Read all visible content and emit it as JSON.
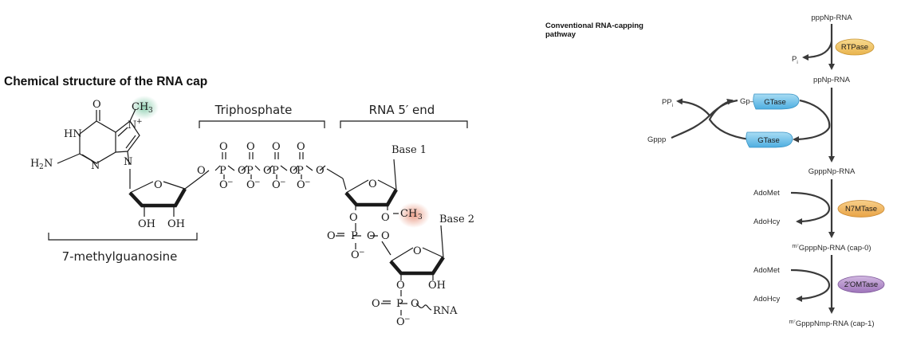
{
  "left_panel": {
    "title": "Chemical structure of the RNA cap",
    "labels": {
      "triphosphate": "Triphosphate",
      "rna_5_end": "RNA 5′ end",
      "methylguanosine": "7-methylguanosine",
      "base1": "Base 1",
      "base2": "Base 2",
      "rna": "RNA"
    },
    "highlight_colors": {
      "n7_methyl": "#7fc9a6",
      "two_prime_o_methyl": "#e8937c"
    }
  },
  "right_panel": {
    "title_line1": "Conventional RNA-capping",
    "title_line2": "pathway",
    "intermediates": {
      "pppNp": "pppNp-RNA",
      "ppNp": "ppNp-RNA",
      "GpppNp": "GpppNp-RNA",
      "cap0": "GpppNp-RNA  (cap-0)",
      "cap1": "GpppNmp-RNA  (cap-1)"
    },
    "superscript_m7": "m⁷",
    "side_products": {
      "pi": "P",
      "pi_sub": "i",
      "ppi": "PP",
      "ppi_sub": "i",
      "gppp": "Gppp",
      "gp_prefix": "Gp",
      "adomet1": "AdoMet",
      "adohcy1": "AdoHcy",
      "adomet2": "AdoMet",
      "adohcy2": "AdoHcy"
    },
    "enzymes": {
      "rtpase": "RTPase",
      "gtase_bound": "GTase",
      "gtase_free": "GTase",
      "n7mtase": "N7MTase",
      "omtase": "2′OMTase"
    },
    "enzyme_colors": {
      "rtpase": "#f2c46a",
      "gtase": "#7cc6ea",
      "n7mtase": "#f2b964",
      "omtase": "#b792cc"
    }
  }
}
